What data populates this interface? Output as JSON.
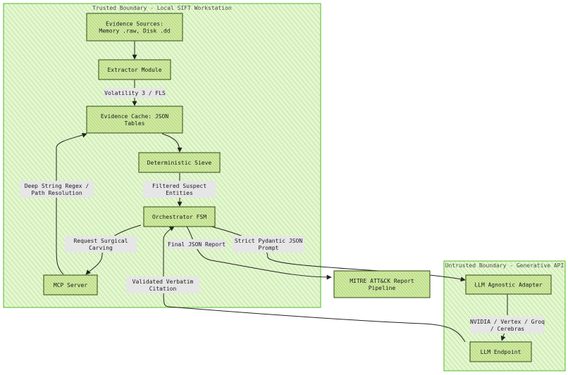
{
  "boundaries": {
    "trusted": {
      "title": "Trusted Boundary - Local SIFT Workstation"
    },
    "untrusted": {
      "title": "Untrusted Boundary - Generative API"
    }
  },
  "nodes": {
    "evidence_sources": {
      "lines": [
        "Evidence Sources:",
        "Memory .raw, Disk .dd"
      ]
    },
    "extractor": {
      "lines": [
        "Extractor Module"
      ]
    },
    "evidence_cache": {
      "lines": [
        "Evidence Cache: JSON",
        "Tables"
      ]
    },
    "sieve": {
      "lines": [
        "Deterministic Sieve"
      ]
    },
    "orchestrator": {
      "lines": [
        "Orchestrator FSM"
      ]
    },
    "mcp": {
      "lines": [
        "MCP Server"
      ]
    },
    "mitre": {
      "lines": [
        "MITRE ATT&CK Report",
        "Pipeline"
      ]
    },
    "adapter": {
      "lines": [
        "LLM Agnostic Adapter"
      ]
    },
    "endpoint": {
      "lines": [
        "LLM Endpoint"
      ]
    }
  },
  "edge_labels": {
    "volatility": {
      "lines": [
        "Volatility 3 / FLS"
      ]
    },
    "filtered": {
      "lines": [
        "Filtered Suspect",
        "Entities"
      ]
    },
    "deep_string": {
      "lines": [
        "Deep String Regex /",
        "Path Resolution"
      ]
    },
    "request_carving": {
      "lines": [
        "Request Surgical",
        "Carving"
      ]
    },
    "final_json": {
      "lines": [
        "Final JSON Report"
      ]
    },
    "strict_pydantic": {
      "lines": [
        "Strict Pydantic JSON",
        "Prompt"
      ]
    },
    "validated": {
      "lines": [
        "Validated Verbatim",
        "Citation"
      ]
    },
    "nvidia": {
      "lines": [
        "NVIDIA / Vertex / Groq",
        "/ Cerebras"
      ]
    }
  },
  "colors": {
    "boundary_fill": "#d9f2c2",
    "boundary_hatch": "#9fdc6a",
    "boundary_stroke": "#6cc644",
    "node_fill": "#c8e89a",
    "node_hatch": "#a4cf62",
    "node_stroke": "#3f5a1e",
    "label_bg": "#e6e6e6",
    "edge": "#222222"
  }
}
